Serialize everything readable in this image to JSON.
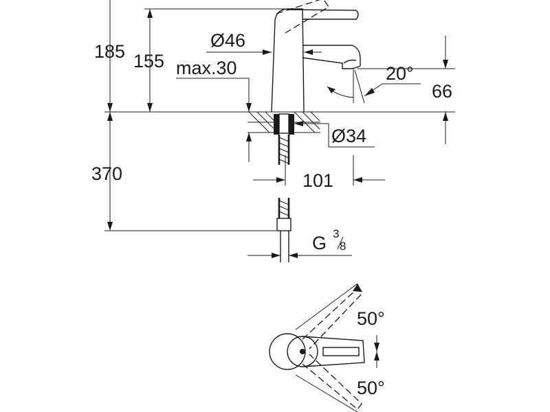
{
  "dimensions": {
    "total_height": "185",
    "spout_height": "155",
    "body_diameter": "Ø46",
    "max_thickness": "max.30",
    "lever_angle": "20°",
    "spout_clearance": "66",
    "hole_diameter": "Ø34",
    "below_counter": "370",
    "spout_reach": "101",
    "thread_letter": "G",
    "thread_num": "3",
    "thread_den": "8",
    "rotation_top": "50°",
    "rotation_bottom": "50°"
  }
}
